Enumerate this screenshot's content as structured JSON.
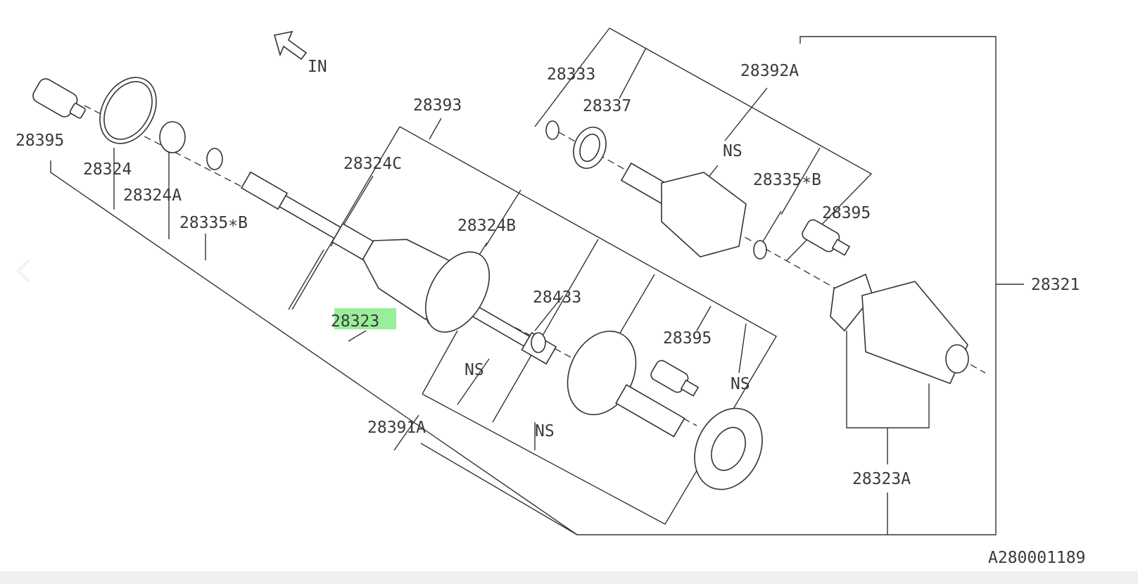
{
  "diagram": {
    "direction_label": "IN",
    "figure_code": "A280001189",
    "highlighted_part": "28323",
    "highlight_color": "#99ee99",
    "labels": {
      "p28395_left": "28395",
      "p28324": "28324",
      "p28324A": "28324A",
      "p28335B_left": "28335∗B",
      "p28393": "28393",
      "p28324C": "28324C",
      "p28324B": "28324B",
      "p28323": "28323",
      "p28433": "28433",
      "ns1": "NS",
      "p28391A": "28391A",
      "ns2": "NS",
      "p28395_mid": "28395",
      "ns3": "NS",
      "p28333": "28333",
      "p28337": "28337",
      "p28392A": "28392A",
      "ns4": "NS",
      "p28335B_right": "28335∗B",
      "p28395_right": "28395",
      "p28321": "28321",
      "p28323A": "28323A"
    }
  }
}
